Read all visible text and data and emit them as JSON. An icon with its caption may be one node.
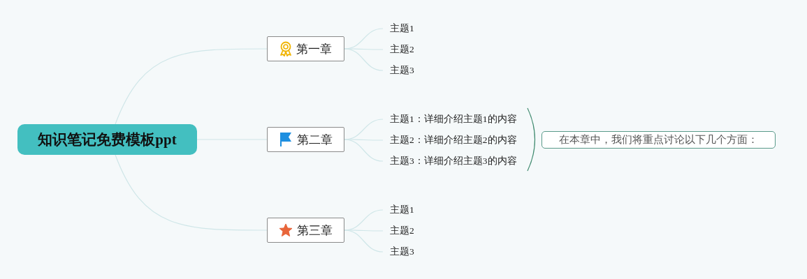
{
  "diagram": {
    "nodes": [
      {
        "text": [
          "知识笔记免费模板ppt"
        ]
      },
      {
        "text": [
          "第一章"
        ]
      },
      {
        "text": [
          "主题1"
        ]
      },
      {
        "text": [
          "主题2"
        ]
      },
      {
        "text": [
          "主题3"
        ]
      },
      {
        "text": [
          "第二章"
        ]
      },
      {
        "text": [
          "主题1：详细介绍主题1的内容"
        ]
      },
      {
        "text": [
          "主题2：详细介绍主题2的内容"
        ]
      },
      {
        "text": [
          "主题3：详细介绍主题3的内容"
        ]
      },
      {
        "text": [
          "第三章"
        ]
      },
      {
        "text": [
          "主题1"
        ]
      },
      {
        "text": [
          "主题2"
        ]
      },
      {
        "text": [
          "主题3"
        ]
      },
      {
        "text": [
          "在本章中，我们将重点讨论以下几个方面："
        ]
      }
    ],
    "edges": [
      {
        "from": 0,
        "to": 1,
        "arrow": "none"
      },
      {
        "from": 0,
        "to": 5,
        "arrow": "none"
      },
      {
        "from": 0,
        "to": 9,
        "arrow": "none"
      },
      {
        "from": 1,
        "to": 2,
        "arrow": "none"
      },
      {
        "from": 1,
        "to": 3,
        "arrow": "none"
      },
      {
        "from": 1,
        "to": 4,
        "arrow": "none"
      },
      {
        "from": 5,
        "to": 6,
        "arrow": "none"
      },
      {
        "from": 5,
        "to": 7,
        "arrow": "none"
      },
      {
        "from": 5,
        "to": 8,
        "arrow": "none"
      },
      {
        "from": 9,
        "to": 10,
        "arrow": "none"
      },
      {
        "from": 9,
        "to": 11,
        "arrow": "none"
      },
      {
        "from": 9,
        "to": 12,
        "arrow": "none"
      }
    ]
  }
}
